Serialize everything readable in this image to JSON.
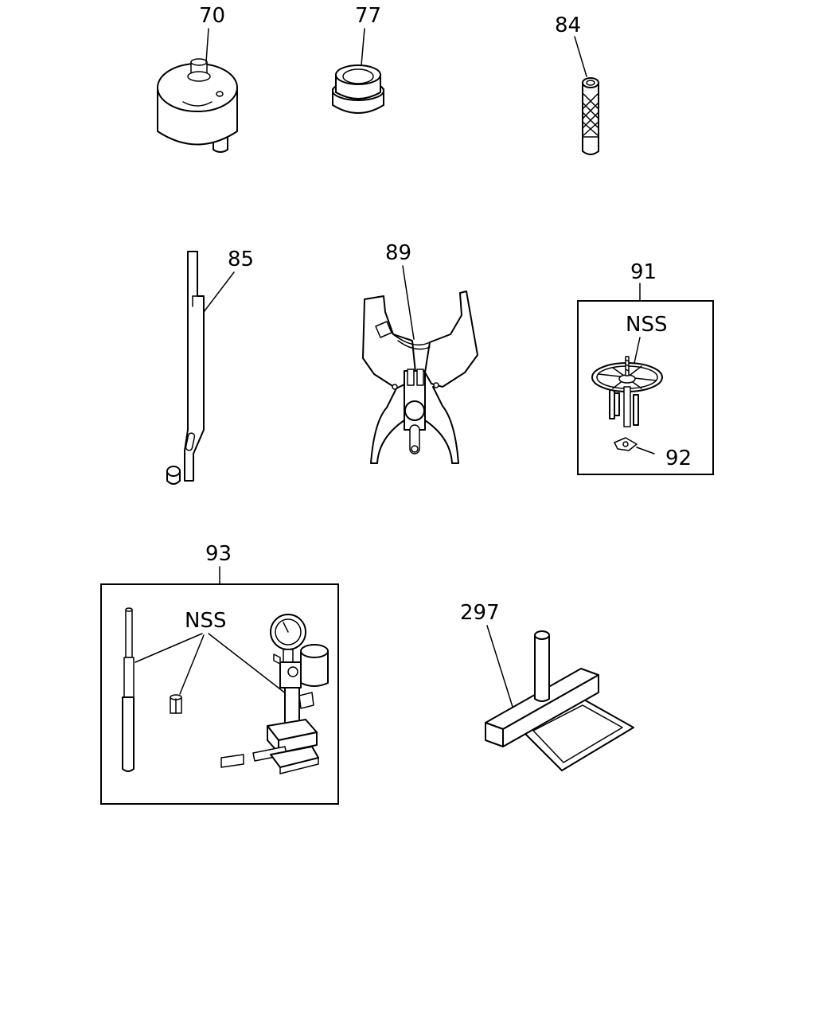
{
  "callouts": {
    "p70": "70",
    "p77": "77",
    "p84": "84",
    "p85": "85",
    "p89": "89",
    "p91": "91",
    "p92": "92",
    "p93": "93",
    "p297": "297"
  },
  "notes": {
    "nss_91": "NSS",
    "nss_93": "NSS"
  },
  "colors": {
    "line": "#000000",
    "background": "#ffffff"
  }
}
